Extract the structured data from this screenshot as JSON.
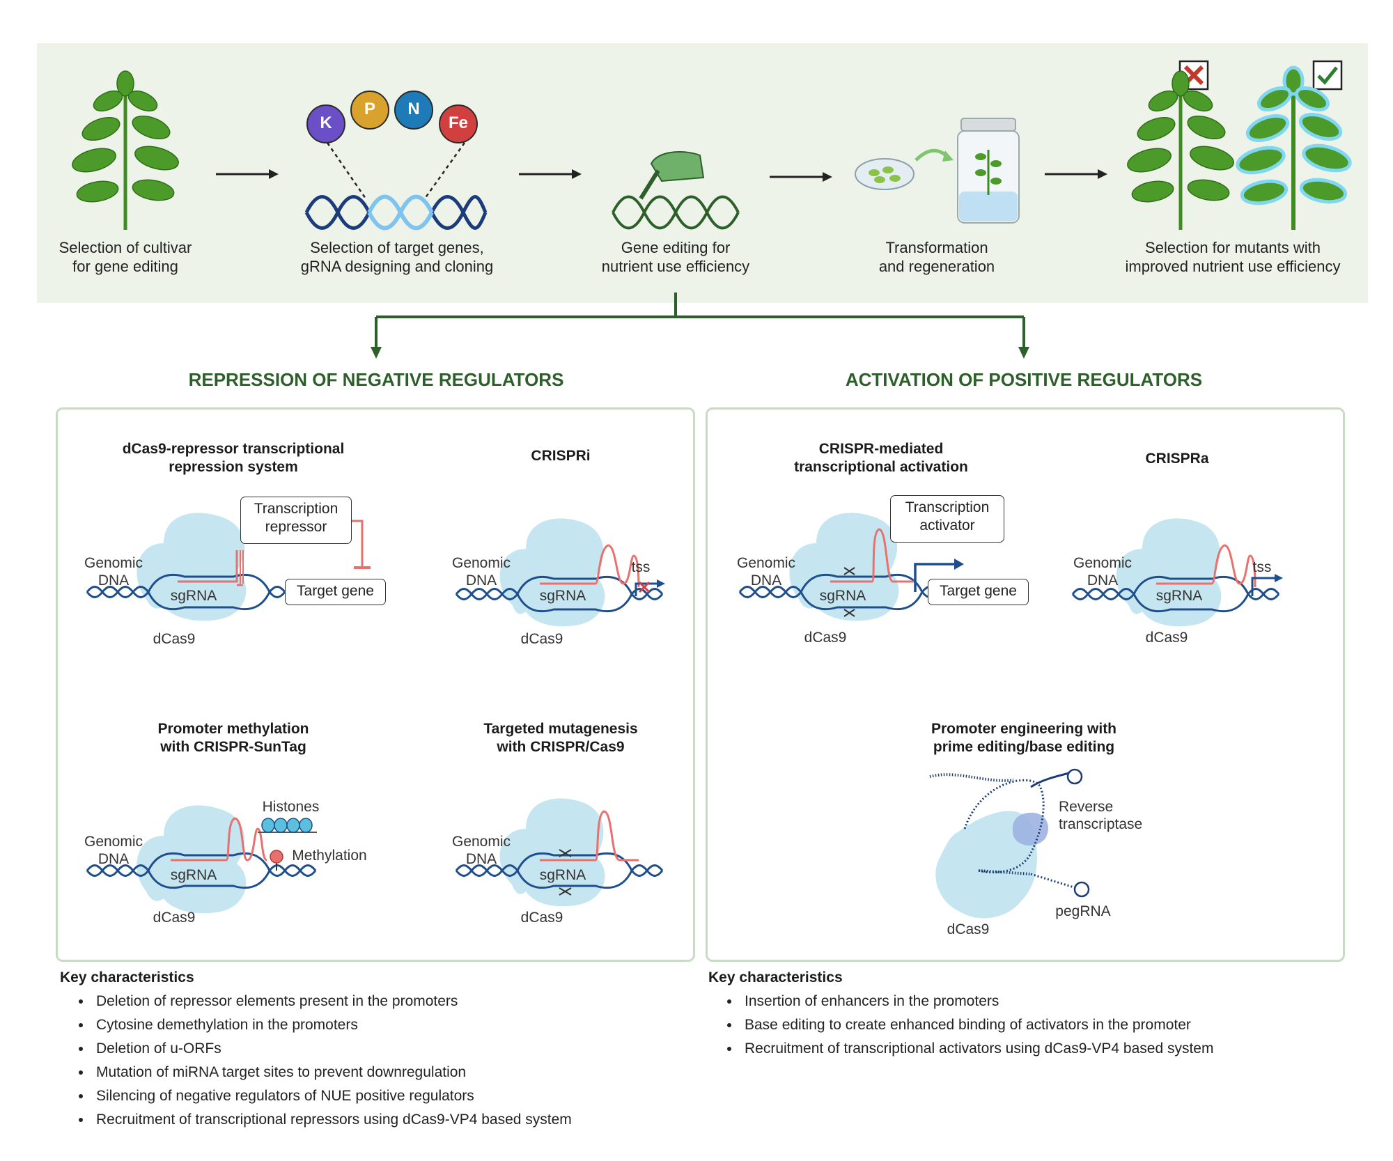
{
  "workflow": {
    "steps": [
      {
        "label": "Selection of cultivar\nfor gene editing"
      },
      {
        "label": "Selection of target genes,\ngRNA designing and cloning"
      },
      {
        "label": "Gene editing for\nnutrient use efficiency"
      },
      {
        "label": "Transformation\nand regeneration"
      },
      {
        "label": "Selection for mutants with\nimproved nutrient use efficiency"
      }
    ],
    "nutrients": [
      "K",
      "P",
      "N",
      "Fe"
    ]
  },
  "colors": {
    "plant": "#4c9a2a",
    "dark_green": "#2d5f2a",
    "dna_blue": "#1f4e8c",
    "protein": "#bfe3f0",
    "rna": "#e8706d",
    "K": "#6a4fc7",
    "P": "#d8a22c",
    "N": "#1f7bb8",
    "Fe": "#d23f3f"
  },
  "left": {
    "heading": "REPRESSION OF NEGATIVE REGULATORS",
    "panels": [
      {
        "title": "dCas9-repressor transcriptional\nrepression system",
        "genomic": "Genomic\nDNA",
        "sgrna": "sgRNA",
        "dcas9": "dCas9",
        "box1": "Transcription\nrepressor",
        "box2": "Target gene"
      },
      {
        "title": "CRISPRi",
        "genomic": "Genomic\nDNA",
        "sgrna": "sgRNA",
        "dcas9": "dCas9",
        "tss": "tss"
      },
      {
        "title": "Promoter methylation\nwith CRISPR-SunTag",
        "genomic": "Genomic\nDNA",
        "sgrna": "sgRNA",
        "dcas9": "dCas9",
        "histones": "Histones",
        "methylation": "Methylation"
      },
      {
        "title": "Targeted mutagenesis\nwith CRISPR/Cas9",
        "genomic": "Genomic\nDNA",
        "sgrna": "sgRNA",
        "dcas9": "dCas9"
      }
    ],
    "key_title": "Key characteristics",
    "key_items": [
      "Deletion of repressor elements present in the promoters",
      "Cytosine demethylation in the promoters",
      "Deletion of u-ORFs",
      "Mutation of miRNA target sites to prevent downregulation",
      "Silencing of negative regulators of NUE positive regulators",
      "Recruitment of transcriptional repressors using dCas9-VP4 based system"
    ]
  },
  "right": {
    "heading": "ACTIVATION OF POSITIVE REGULATORS",
    "panels": [
      {
        "title": "CRISPR-mediated\ntranscriptional activation",
        "genomic": "Genomic\nDNA",
        "sgrna": "sgRNA",
        "dcas9": "dCas9",
        "box1": "Transcription\nactivator",
        "box2": "Target gene"
      },
      {
        "title": "CRISPRa",
        "genomic": "Genomic\nDNA",
        "sgrna": "sgRNA",
        "dcas9": "dCas9",
        "tss": "tss"
      },
      {
        "title": "Promoter engineering with\nprime editing/base editing",
        "rt": "Reverse\ntranscriptase",
        "pegrna": "pegRNA",
        "dcas9": "dCas9"
      }
    ],
    "key_title": "Key characteristics",
    "key_items": [
      "Insertion of enhancers in the promoters",
      "Base editing to create enhanced binding of activators in the promoter",
      "Recruitment of transcriptional activators using dCas9-VP4 based system"
    ]
  }
}
